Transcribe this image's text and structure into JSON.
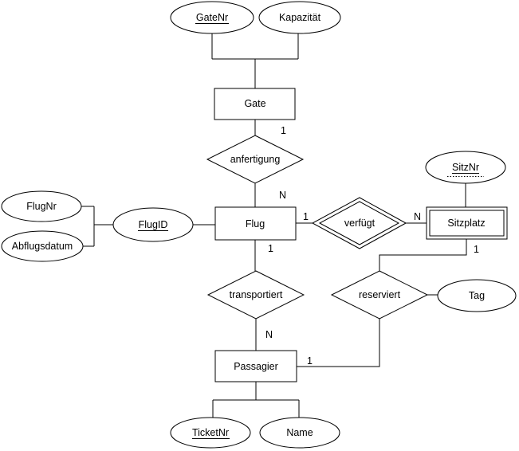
{
  "er": {
    "entities": {
      "gate": {
        "label": "Gate"
      },
      "flug": {
        "label": "Flug"
      },
      "sitzplatz": {
        "label": "Sitzplatz",
        "weak": true
      },
      "passagier": {
        "label": "Passagier"
      }
    },
    "relationships": {
      "anfertigung": {
        "label": "anfertigung"
      },
      "verfuegt": {
        "label": "verfügt",
        "identifying": true
      },
      "transportiert": {
        "label": "transportiert"
      },
      "reserviert": {
        "label": "reserviert"
      }
    },
    "attributes": {
      "gatenr": {
        "label": "GateNr",
        "key": "primary"
      },
      "kapazitaet": {
        "label": "Kapazität"
      },
      "flugnr": {
        "label": "FlugNr"
      },
      "abflugsdatum": {
        "label": "Abflugsdatum"
      },
      "flugid": {
        "label": "FlugID",
        "key": "primary"
      },
      "sitznr": {
        "label": "SitzNr",
        "key": "partial"
      },
      "tag": {
        "label": "Tag"
      },
      "ticketnr": {
        "label": "TicketNr",
        "key": "primary"
      },
      "name": {
        "label": "Name"
      }
    },
    "cardinalities": {
      "gate_anfertigung": "1",
      "anfertigung_flug": "N",
      "flug_verfuegt": "1",
      "verfuegt_sitzplatz": "N",
      "sitzplatz_reserviert": "1",
      "flug_transportiert": "1",
      "transportiert_passagier": "N",
      "reserviert_passagier": "1"
    },
    "colors": {
      "stroke": "#000000",
      "text": "#000000",
      "background": "#ffffff"
    }
  }
}
